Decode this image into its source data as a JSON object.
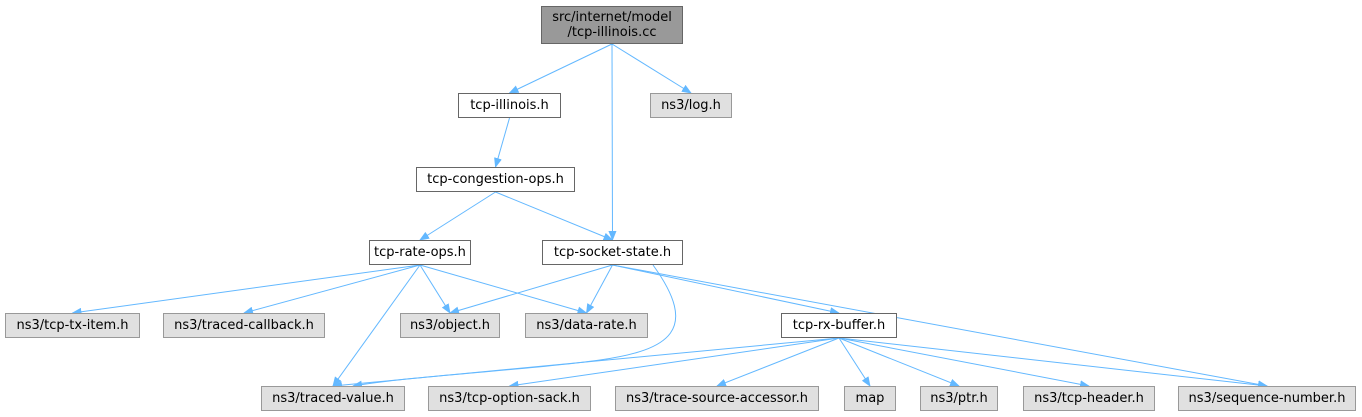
{
  "colors": {
    "edge": "#63b8ff",
    "focus_fill": "#999999",
    "external_fill": "#e0e0e0",
    "documented_fill": "#ffffff"
  },
  "nodes": {
    "root": {
      "label_line1": "src/internet/model",
      "label_line2": "/tcp-illinois.cc"
    },
    "tcp_illinois_h": {
      "label": "tcp-illinois.h"
    },
    "ns3_log_h": {
      "label": "ns3/log.h"
    },
    "tcp_congestion_ops_h": {
      "label": "tcp-congestion-ops.h"
    },
    "tcp_rate_ops_h": {
      "label": "tcp-rate-ops.h"
    },
    "tcp_socket_state_h": {
      "label": "tcp-socket-state.h"
    },
    "ns3_tcp_tx_item_h": {
      "label": "ns3/tcp-tx-item.h"
    },
    "ns3_traced_callback_h": {
      "label": "ns3/traced-callback.h"
    },
    "ns3_object_h": {
      "label": "ns3/object.h"
    },
    "ns3_data_rate_h": {
      "label": "ns3/data-rate.h"
    },
    "tcp_rx_buffer_h": {
      "label": "tcp-rx-buffer.h"
    },
    "ns3_traced_value_h": {
      "label": "ns3/traced-value.h"
    },
    "ns3_tcp_option_sack_h": {
      "label": "ns3/tcp-option-sack.h"
    },
    "ns3_trace_source_accessor_h": {
      "label": "ns3/trace-source-accessor.h"
    },
    "map": {
      "label": "map"
    },
    "ns3_ptr_h": {
      "label": "ns3/ptr.h"
    },
    "ns3_tcp_header_h": {
      "label": "ns3/tcp-header.h"
    },
    "ns3_sequence_number_h": {
      "label": "ns3/sequence-number.h"
    }
  },
  "edges": [
    [
      "root",
      "tcp_illinois_h"
    ],
    [
      "root",
      "ns3_log_h"
    ],
    [
      "root",
      "tcp_socket_state_h"
    ],
    [
      "tcp_illinois_h",
      "tcp_congestion_ops_h"
    ],
    [
      "tcp_congestion_ops_h",
      "tcp_rate_ops_h"
    ],
    [
      "tcp_congestion_ops_h",
      "tcp_socket_state_h"
    ],
    [
      "tcp_rate_ops_h",
      "ns3_tcp_tx_item_h"
    ],
    [
      "tcp_rate_ops_h",
      "ns3_traced_callback_h"
    ],
    [
      "tcp_rate_ops_h",
      "ns3_object_h"
    ],
    [
      "tcp_rate_ops_h",
      "ns3_data_rate_h"
    ],
    [
      "tcp_rate_ops_h",
      "ns3_traced_value_h"
    ],
    [
      "tcp_socket_state_h",
      "ns3_object_h"
    ],
    [
      "tcp_socket_state_h",
      "ns3_data_rate_h"
    ],
    [
      "tcp_socket_state_h",
      "tcp_rx_buffer_h"
    ],
    [
      "tcp_socket_state_h",
      "ns3_traced_value_h"
    ],
    [
      "tcp_socket_state_h",
      "ns3_sequence_number_h"
    ],
    [
      "tcp_rx_buffer_h",
      "ns3_traced_value_h"
    ],
    [
      "tcp_rx_buffer_h",
      "ns3_tcp_option_sack_h"
    ],
    [
      "tcp_rx_buffer_h",
      "ns3_trace_source_accessor_h"
    ],
    [
      "tcp_rx_buffer_h",
      "map"
    ],
    [
      "tcp_rx_buffer_h",
      "ns3_ptr_h"
    ],
    [
      "tcp_rx_buffer_h",
      "ns3_tcp_header_h"
    ],
    [
      "tcp_rx_buffer_h",
      "ns3_sequence_number_h"
    ]
  ]
}
